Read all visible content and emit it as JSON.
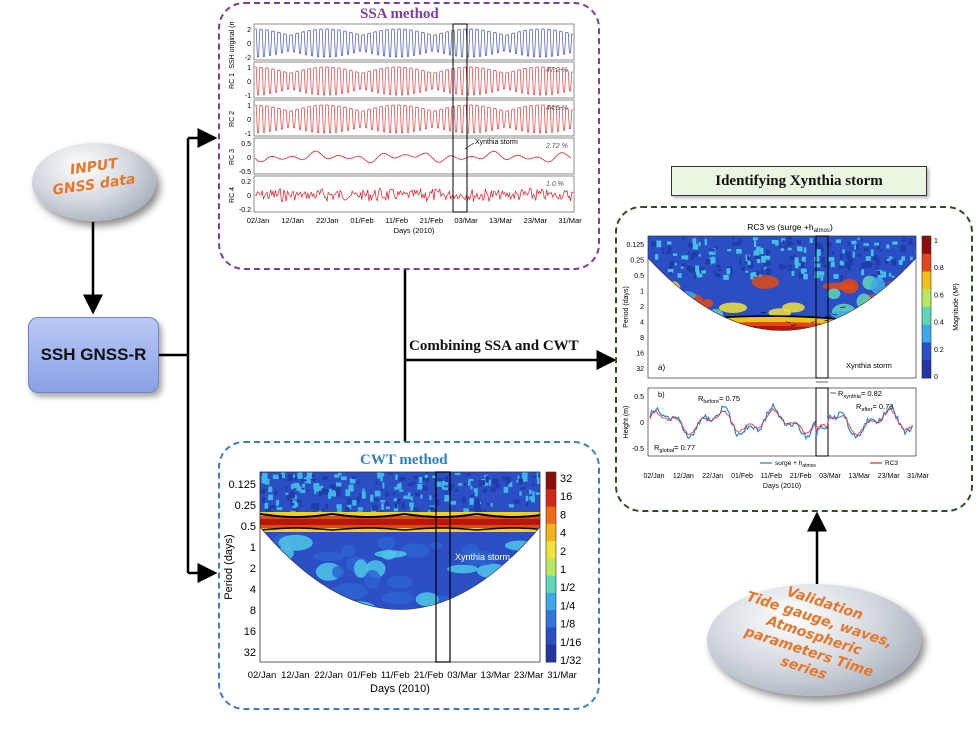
{
  "input_node": {
    "line1": "INPUT",
    "line2": "GNSS data"
  },
  "ssh_node": {
    "label": "SSH GNSS-R"
  },
  "validation_node": {
    "lines": [
      "Validation",
      "Tide gauge, waves,",
      "Atmospheric",
      "parameters Time",
      "series"
    ]
  },
  "combine_label": "Combining SSA and CWT",
  "ssa_panel": {
    "title": "SSA method",
    "rows": [
      {
        "ylabel": "SSH original (m)",
        "ticks": [
          "2",
          "0",
          "-2"
        ],
        "color": "#3a53b5",
        "percent": ""
      },
      {
        "ylabel": "RC 1",
        "ticks": [
          "1",
          "0",
          "-1"
        ],
        "color": "#e23b3b",
        "percent": "47.2 %"
      },
      {
        "ylabel": "RC 2",
        "ticks": [
          "1",
          "0",
          "-1"
        ],
        "color": "#e23b3b",
        "percent": "44.5 %"
      },
      {
        "ylabel": "RC 3",
        "ticks": [
          "0.5",
          "0",
          "-0.5"
        ],
        "color": "#e23b3b",
        "percent": "2.72 %"
      },
      {
        "ylabel": "RC 4",
        "ticks": [
          "0.2",
          "0",
          "-0.2"
        ],
        "color": "#e0191f",
        "percent": "1.0 %"
      }
    ],
    "storm_label": "Xynthia storm",
    "xticks": [
      "02/Jan",
      "12/Jan",
      "22/Jan",
      "01/Feb",
      "11/Feb",
      "21/Feb",
      "03/Mar",
      "13/Mar",
      "23/Mar",
      "31/Mar"
    ],
    "xlabel": "Days (2010)"
  },
  "cwt_panel": {
    "title": "CWT method",
    "ylabel": "Period (days)",
    "yticks": [
      "0.125",
      "0.25",
      "0.5",
      "1",
      "2",
      "4",
      "8",
      "16",
      "32"
    ],
    "xticks": [
      "02/Jan",
      "12/Jan",
      "22/Jan",
      "01/Feb",
      "11/Feb",
      "21/Feb",
      "03/Mar",
      "13/Mar",
      "23/Mar",
      "31/Mar"
    ],
    "xlabel": "Days (2010)",
    "storm_label": "Xynthia storm",
    "colorbar": [
      "32",
      "16",
      "8",
      "4",
      "2",
      "1",
      "1/2",
      "1/4",
      "1/8",
      "1/16",
      "1/32"
    ]
  },
  "xynthia_panel": {
    "header": "Identifying Xynthia storm",
    "title": "RC3 vs (surge +h",
    "title_sub": "atmos",
    "title_end": ")",
    "a": {
      "label": "a)",
      "ylabel": "Period (days)",
      "yticks": [
        "0.125",
        "0.25",
        "0.5",
        "1",
        "2",
        "4",
        "8",
        "16",
        "32"
      ],
      "storm_label": "Xynthia storm",
      "colorbar": [
        "1",
        "0.8",
        "0.6",
        "0.4",
        "0.2",
        "0"
      ],
      "colorbar_label": "Magnitude (M²)"
    },
    "b": {
      "label": "b)",
      "ylabel": "Height (m)",
      "yticks": [
        "0.5",
        "0",
        "-0.5"
      ],
      "r_before": "R",
      "r_before_sub": "before",
      "r_before_val": "= 0.75",
      "r_xynthia": "R",
      "r_xynthia_sub": "xynthia",
      "r_xynthia_val": "= 0.82",
      "r_after": "R",
      "r_after_sub": "after",
      "r_after_val": "= 0.73",
      "r_global": "R",
      "r_global_sub": "global",
      "r_global_val": "= 0.77",
      "legend_surge": "surge + h",
      "legend_surge_sub": "atmos",
      "legend_rc3": "RC3",
      "xticks": [
        "02/Jan",
        "12/Jan",
        "22/Jan",
        "01/Feb",
        "11/Feb",
        "21/Feb",
        "03/Mar",
        "13/Mar",
        "23/Mar",
        "31/Mar"
      ],
      "xlabel": "Days (2010)"
    }
  },
  "colors": {
    "ssa_border": "#7b3fa3",
    "cwt_border": "#3b7fc4",
    "xyn_border": "#2f4f1f",
    "accent_orange": "#e8762b",
    "ssa_title": "#7b3fa3",
    "cwt_title": "#2f7fc8"
  }
}
